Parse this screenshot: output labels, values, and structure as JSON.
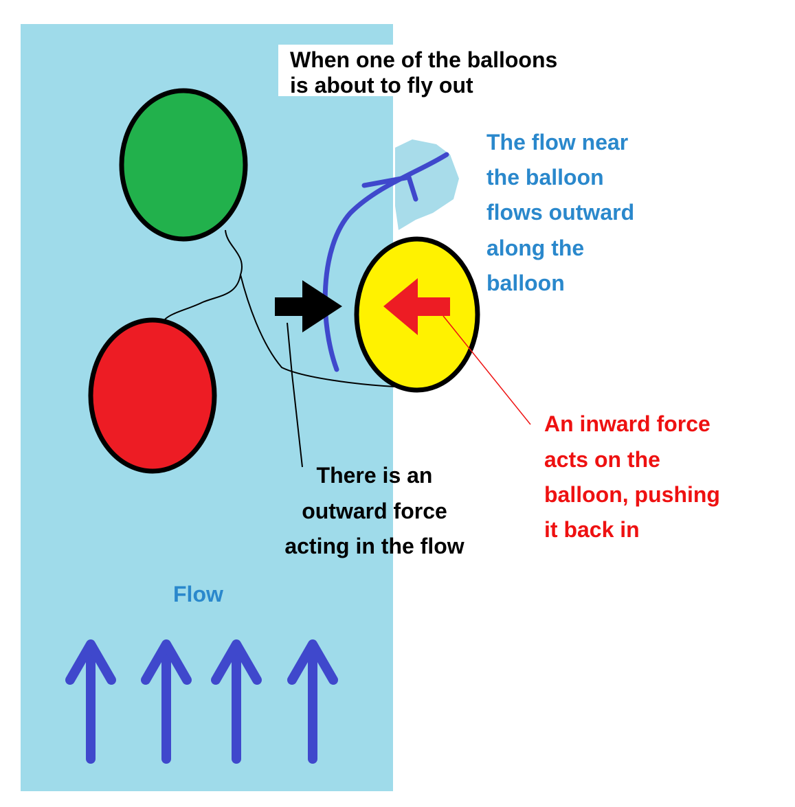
{
  "title": [
    "When one of the balloons",
    "is about to fly out"
  ],
  "flow_near_label": [
    "The flow near",
    "the balloon",
    "flows outward",
    "along the",
    "balloon"
  ],
  "inward_force_label": [
    "An inward force",
    "acts on the",
    "balloon, pushing",
    "it back in"
  ],
  "outward_force_label": [
    "There is an",
    "outward force",
    "acting in the flow"
  ],
  "flow_label": "Flow",
  "colors": {
    "flow_region": "#9fdbea",
    "green_balloon": "#22b14c",
    "red_balloon": "#ed1c24",
    "yellow_balloon": "#fff200",
    "flow_arrows": "#3f48cc",
    "blue_text": "#2a88cc",
    "red_text": "#ee1111"
  }
}
